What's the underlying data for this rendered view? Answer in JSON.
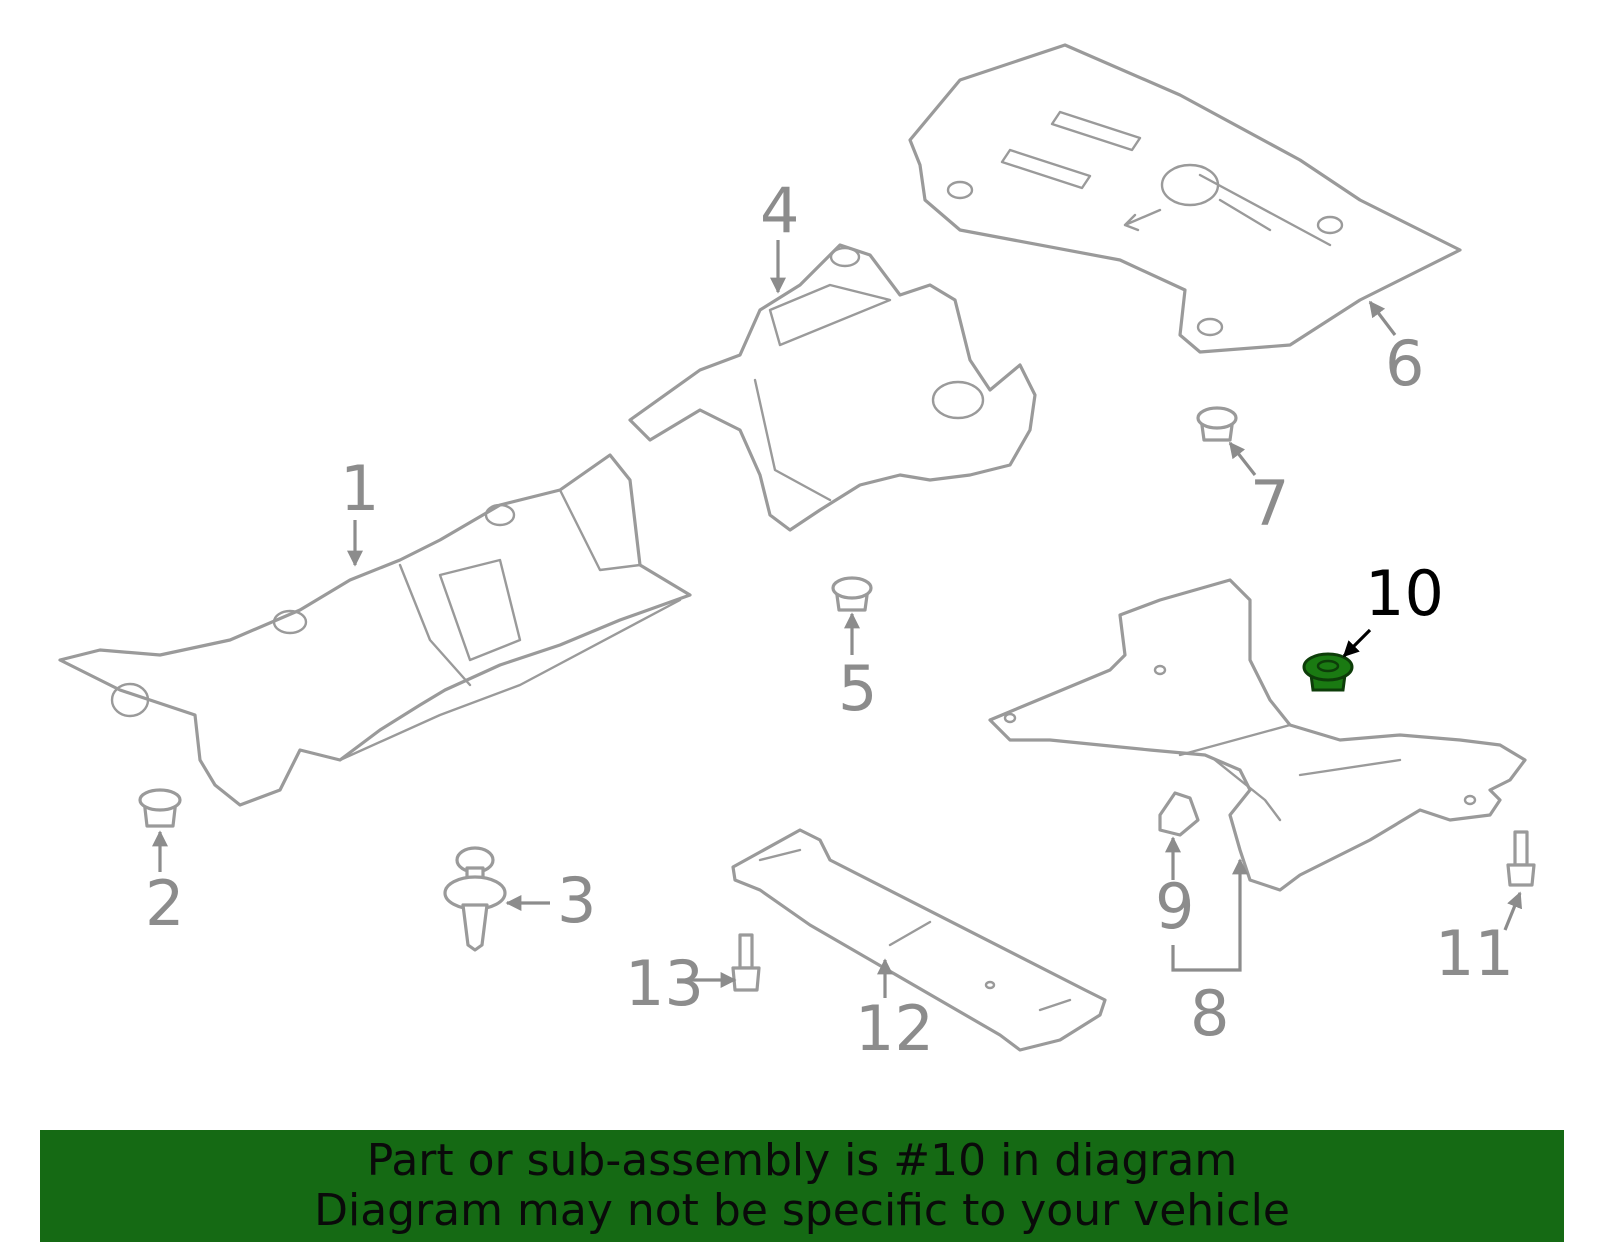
{
  "callouts": {
    "c1": "1",
    "c2": "2",
    "c3": "3",
    "c4": "4",
    "c5": "5",
    "c6": "6",
    "c7": "7",
    "c8": "8",
    "c9": "9",
    "c10": "10",
    "c11": "11",
    "c12": "12",
    "c13": "13"
  },
  "highlight": {
    "part": "10",
    "color": "#1a7a12"
  },
  "banner": {
    "line1": "Part or sub-assembly is #10 in diagram",
    "line2": "Diagram may not be specific to your vehicle",
    "background": "#156a14"
  }
}
